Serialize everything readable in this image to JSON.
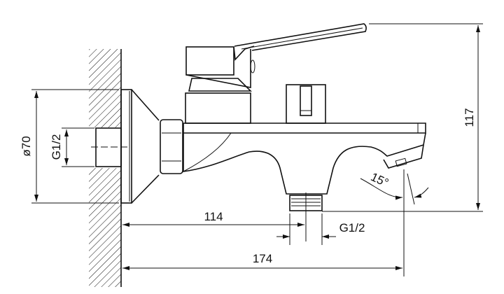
{
  "drawing": {
    "title": "Bath mixer side view dimension drawing",
    "dimensions": {
      "flange_diameter": "ø70",
      "inlet_thread": "G1/2",
      "outlet_distance": "114",
      "outlet_thread": "G1/2",
      "total_depth": "174",
      "total_height": "117",
      "spout_angle": "15°"
    },
    "line_color": "#111111"
  }
}
